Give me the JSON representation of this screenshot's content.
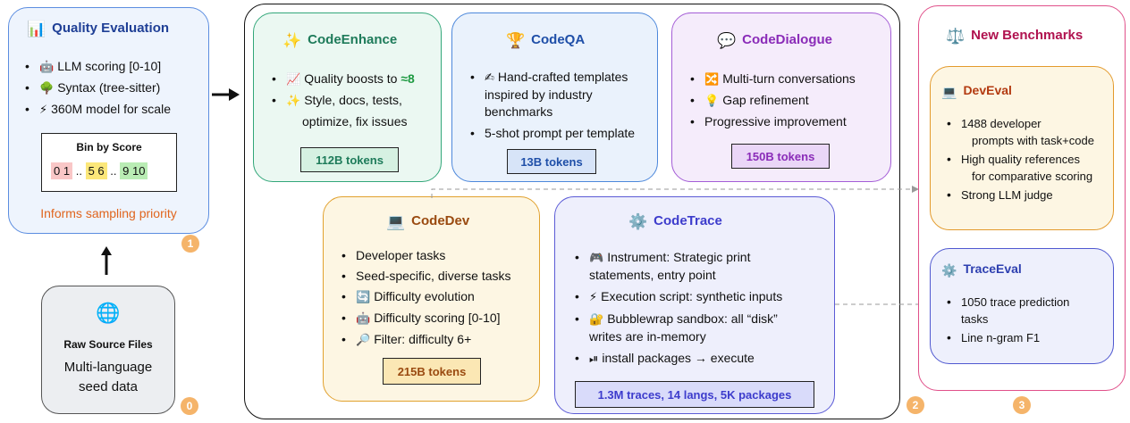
{
  "quality": {
    "icon": "bar-chart-icon",
    "title": "Quality Evaluation",
    "items": [
      {
        "icon": "robot-icon",
        "glyph": "🤖",
        "text": "LLM scoring [0-10]"
      },
      {
        "icon": "tree-icon",
        "glyph": "🌳",
        "text": "Syntax (tree-sitter)"
      },
      {
        "icon": "lightning-icon",
        "glyph": "⚡",
        "text": "360M model for scale"
      }
    ],
    "bin_title": "Bin by Score",
    "bins": [
      "0 1",
      "..",
      "5 6",
      "..",
      "9 10"
    ],
    "footer": "Informs sampling priority",
    "badge": "1"
  },
  "raw": {
    "icon": "globe-icon",
    "title": "Raw Source Files",
    "subtitle_line1": "Multi-language",
    "subtitle_line2": "seed data",
    "badge": "0"
  },
  "enhance": {
    "icon": "sparkles-icon",
    "title": "CodeEnhance",
    "item1_glyph": "📈",
    "item1_text": "Quality boosts to ",
    "item1_em": "≈8",
    "item2_glyph": "✨",
    "item2_text": "Style, docs, tests,",
    "item2_cont": "optimize, fix issues",
    "tokens": "112B tokens",
    "color": "#1e7b5a"
  },
  "qa": {
    "icon": "trophy-icon",
    "title": "CodeQA",
    "item1_glyph": "✍",
    "item1_text": "Hand-crafted templates",
    "item1_cont1": "inspired by industry",
    "item1_cont2": "benchmarks",
    "item2_text": "5-shot prompt per template",
    "tokens": "13B tokens",
    "color": "#1f4fa8"
  },
  "dialogue": {
    "icon": "speech-bubble-icon",
    "title": "CodeDialogue",
    "items": [
      {
        "glyph": "🔀",
        "text": "Multi-turn conversations"
      },
      {
        "glyph": "💡",
        "text": "Gap refinement"
      },
      {
        "glyph": "",
        "text": "Progressive improvement"
      }
    ],
    "tokens": "150B tokens",
    "color": "#8a2bb8"
  },
  "dev": {
    "icon": "laptop-icon",
    "title": "CodeDev",
    "items": [
      {
        "glyph": "",
        "text": "Developer tasks"
      },
      {
        "glyph": "",
        "text": "Seed-specific, diverse tasks"
      },
      {
        "glyph": "🔄",
        "text": "Difficulty evolution"
      },
      {
        "glyph": "🤖",
        "text": "Difficulty scoring [0-10]"
      },
      {
        "glyph": "🔎",
        "text": "Filter: difficulty 6+"
      }
    ],
    "tokens": "215B tokens",
    "color": "#9a4a10"
  },
  "trace": {
    "icon": "gear-icon",
    "title": "CodeTrace",
    "item1_glyph": "🎮",
    "item1_text": "Instrument: Strategic print",
    "item1_cont": "statements, entry point",
    "item2_glyph": "⚡",
    "item2_text": "Execution script: synthetic inputs",
    "item3_glyph": "🔐",
    "item3_text": "Bubblewrap sandbox: all “disk”",
    "item3_cont": "writes are in-memory",
    "item4_glyph": "⏯",
    "item4_text": "install packages → execute",
    "tokens": "1.3M traces, 14 langs, 5K packages",
    "color": "#3d3ccc"
  },
  "center_badge": "2",
  "bench": {
    "icon": "scales-icon",
    "title": "New Benchmarks",
    "badge": "3",
    "color": "#b0124f"
  },
  "deveval": {
    "icon": "laptop-icon",
    "title": "DevEval",
    "item1": "1488 developer",
    "item1_cont": "prompts with task+code",
    "item2": "High quality references",
    "item2_cont": "for comparative scoring",
    "item3": "Strong LLM judge",
    "color": "#b33a10"
  },
  "traceeval": {
    "icon": "gear-icon",
    "title": "TraceEval",
    "item1": "1050 trace prediction",
    "item1_cont": "tasks",
    "item2": "Line n-gram F1",
    "color": "#2d3fb0"
  }
}
